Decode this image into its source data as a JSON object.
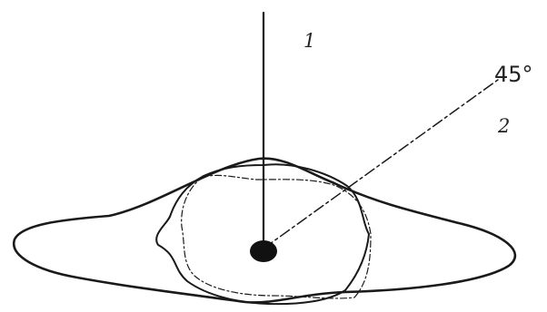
{
  "diagram": {
    "labels": {
      "line_1": "1",
      "line_2": "2",
      "angle": "45°"
    },
    "colors": {
      "ink": "#1a1a1a",
      "background": "#ffffff"
    }
  }
}
